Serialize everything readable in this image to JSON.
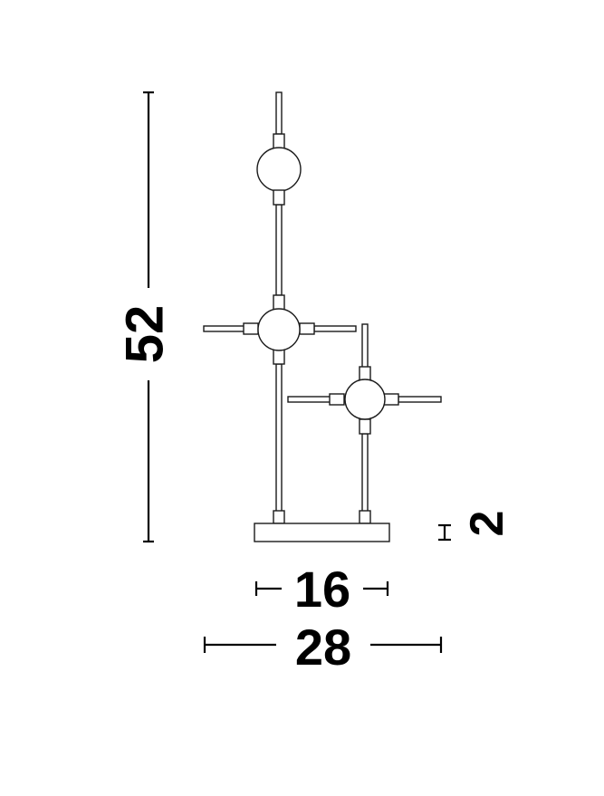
{
  "dimensions": {
    "height": "52",
    "base_height": "2",
    "base_width": "16",
    "total_width": "28"
  },
  "colors": {
    "outline": "#1a1a1a",
    "dimension": "#000000",
    "background": "#ffffff"
  }
}
